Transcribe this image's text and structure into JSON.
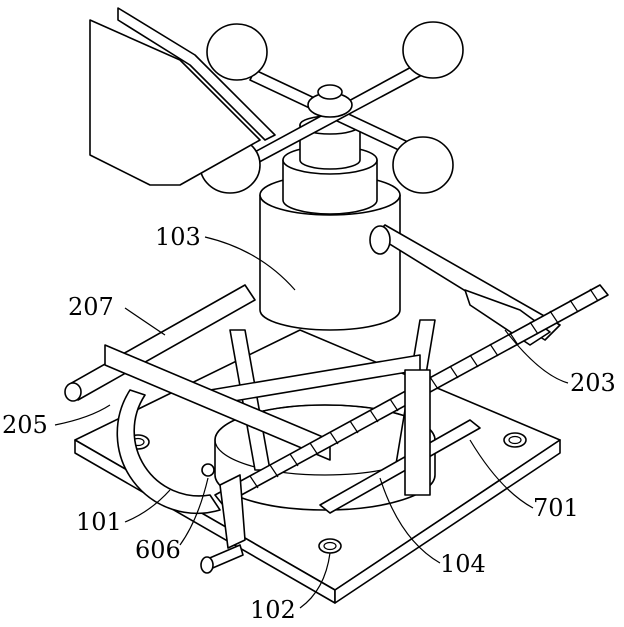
{
  "figure": {
    "labels": {
      "l103": "103",
      "l207": "207",
      "l205": "205",
      "l203": "203",
      "l101": "101",
      "l606": "606",
      "l104": "104",
      "l701": "701",
      "l102": "102"
    }
  }
}
